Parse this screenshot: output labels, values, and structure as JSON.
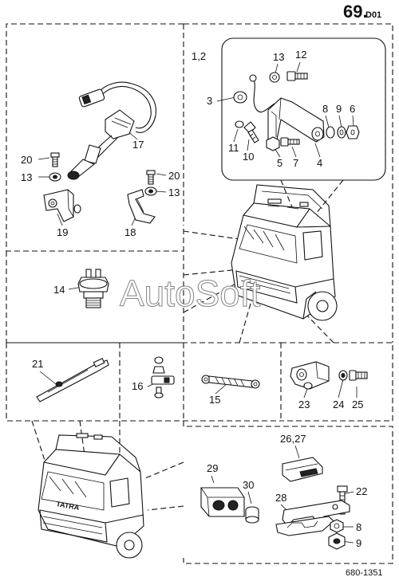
{
  "page": {
    "number_main": "69.",
    "number_sub": "D01",
    "drawing_code": "680-1351",
    "watermark": "AutoSoft"
  },
  "callouts": {
    "p1_2": "1,2",
    "p3": "3",
    "p4": "4",
    "p5": "5",
    "p6": "6",
    "p7": "7",
    "p8": "8",
    "p9": "9",
    "p10": "10",
    "p11": "11",
    "p12": "12",
    "p13": "13",
    "p14": "14",
    "p15": "15",
    "p16": "16",
    "p17": "17",
    "p18": "18",
    "p19": "19",
    "p20": "20",
    "p21": "21",
    "p22": "22",
    "p23": "23",
    "p24": "24",
    "p25": "25",
    "p26_27": "26,27",
    "p28": "28",
    "p29": "29",
    "p30": "30",
    "cab_logo": "TATRA"
  }
}
